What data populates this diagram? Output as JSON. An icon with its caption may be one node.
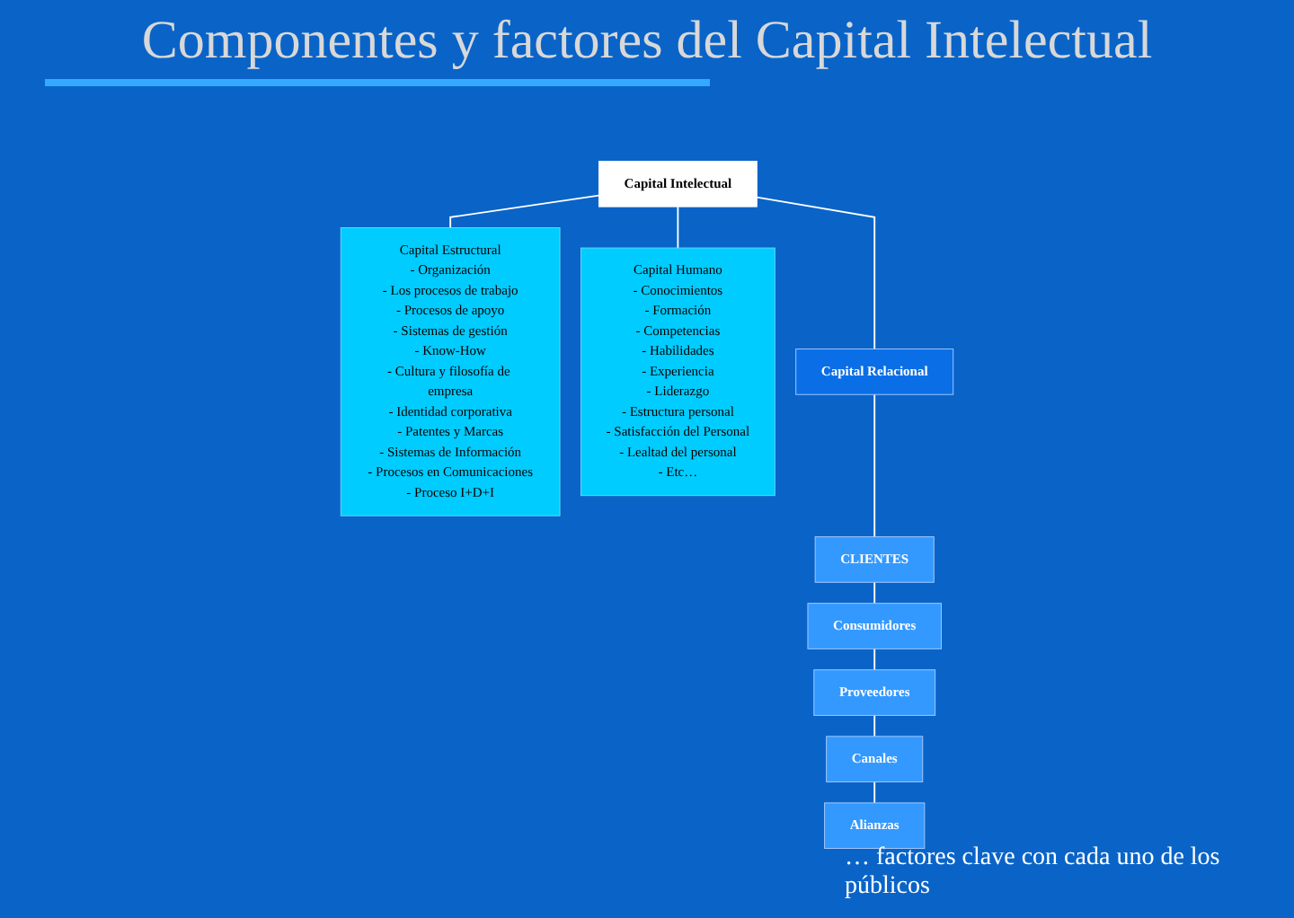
{
  "diagram": {
    "title": "Componentes y factores del Capital Intelectual",
    "nodes": [
      {
        "text": [
          "Capital Intelectual"
        ]
      },
      {
        "text": [
          "Capital Estructural",
          "- Organización",
          "- Los procesos de trabajo",
          "- Procesos de apoyo",
          "- Sistemas de gestión",
          "- Know-How",
          "- Cultura y filosofía de empresa",
          "- Identidad corporativa",
          "- Patentes y Marcas",
          "- Sistemas de Información",
          "- Procesos en Comunicaciones",
          "- Proceso I+D+I"
        ]
      },
      {
        "text": [
          "Capital Humano",
          "- Conocimientos",
          "- Formación",
          "- Competencias",
          "- Habilidades",
          "- Experiencia",
          "- Liderazgo",
          "- Estructura personal",
          "- Satisfacción del Personal",
          "- Lealtad del personal",
          "- Etc…"
        ]
      },
      {
        "text": [
          "Capital Relacional"
        ]
      },
      {
        "text": [
          "CLIENTES"
        ]
      },
      {
        "text": [
          "Consumidores"
        ]
      },
      {
        "text": [
          "Proveedores"
        ]
      },
      {
        "text": [
          "Canales"
        ]
      },
      {
        "text": [
          "Alianzas"
        ]
      }
    ],
    "edges": [
      {
        "from": 0,
        "to": 1,
        "arrow": "none"
      },
      {
        "from": 0,
        "to": 2,
        "arrow": "none"
      },
      {
        "from": 0,
        "to": 3,
        "arrow": "none"
      },
      {
        "from": 3,
        "to": 4,
        "arrow": "none"
      },
      {
        "from": 4,
        "to": 5,
        "arrow": "none"
      },
      {
        "from": 5,
        "to": 6,
        "arrow": "none"
      },
      {
        "from": 6,
        "to": 7,
        "arrow": "none"
      },
      {
        "from": 7,
        "to": 8,
        "arrow": "none"
      }
    ],
    "labels": [
      "… factores clave con cada uno de los públicos"
    ]
  }
}
